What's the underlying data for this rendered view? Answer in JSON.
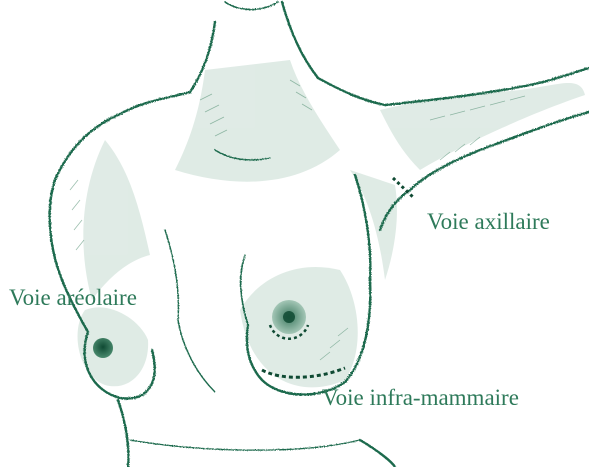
{
  "colors": {
    "ink": "#1f6b4d",
    "ink_dark": "#0f4a33",
    "shade": "#8fb8a4",
    "label": "#2e7a5a",
    "background": "#ffffff"
  },
  "labels": {
    "axillary": "Voie axillaire",
    "areolar": "Voie aréolaire",
    "inframammary": "Voie infra-mammaire"
  }
}
